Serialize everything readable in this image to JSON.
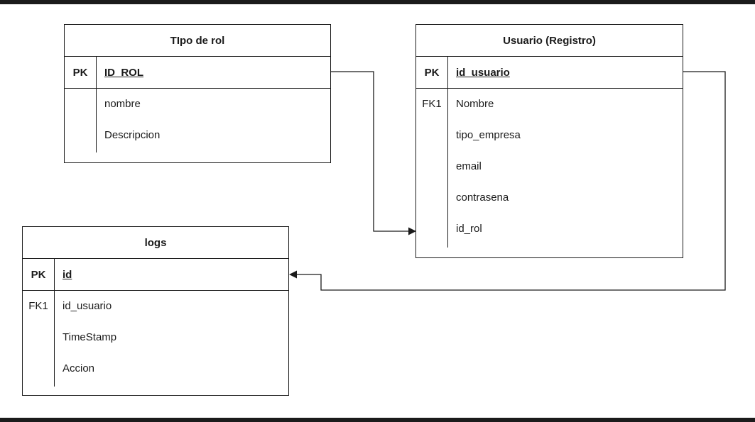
{
  "entities": {
    "rol": {
      "title": "TIpo de rol",
      "pk": {
        "key": "PK",
        "name": "ID_ROL"
      },
      "fields": [
        {
          "key": "",
          "name": "nombre"
        },
        {
          "key": "",
          "name": "Descripcion"
        }
      ]
    },
    "usuario": {
      "title": "Usuario (Registro)",
      "pk": {
        "key": "PK",
        "name": "id_usuario"
      },
      "fields": [
        {
          "key": "FK1",
          "name": "Nombre"
        },
        {
          "key": "",
          "name": "tipo_empresa"
        },
        {
          "key": "",
          "name": "email"
        },
        {
          "key": "",
          "name": "contrasena"
        },
        {
          "key": "",
          "name": "id_rol"
        }
      ]
    },
    "logs": {
      "title": "logs",
      "pk": {
        "key": "PK",
        "name": "id"
      },
      "fields": [
        {
          "key": "FK1",
          "name": "id_usuario"
        },
        {
          "key": "",
          "name": "TimeStamp"
        },
        {
          "key": "",
          "name": "Accion"
        }
      ]
    }
  },
  "relationships": [
    {
      "from": "TIpo de rol.ID_ROL",
      "to": "Usuario (Registro).id_rol",
      "arrow": "filled-triangle"
    },
    {
      "from": "Usuario (Registro).id_usuario",
      "to": "logs.id",
      "arrow": "filled-triangle"
    }
  ],
  "colors": {
    "line": "#1a1a1a",
    "background": "#ffffff",
    "frame": "#1b1b1b"
  }
}
